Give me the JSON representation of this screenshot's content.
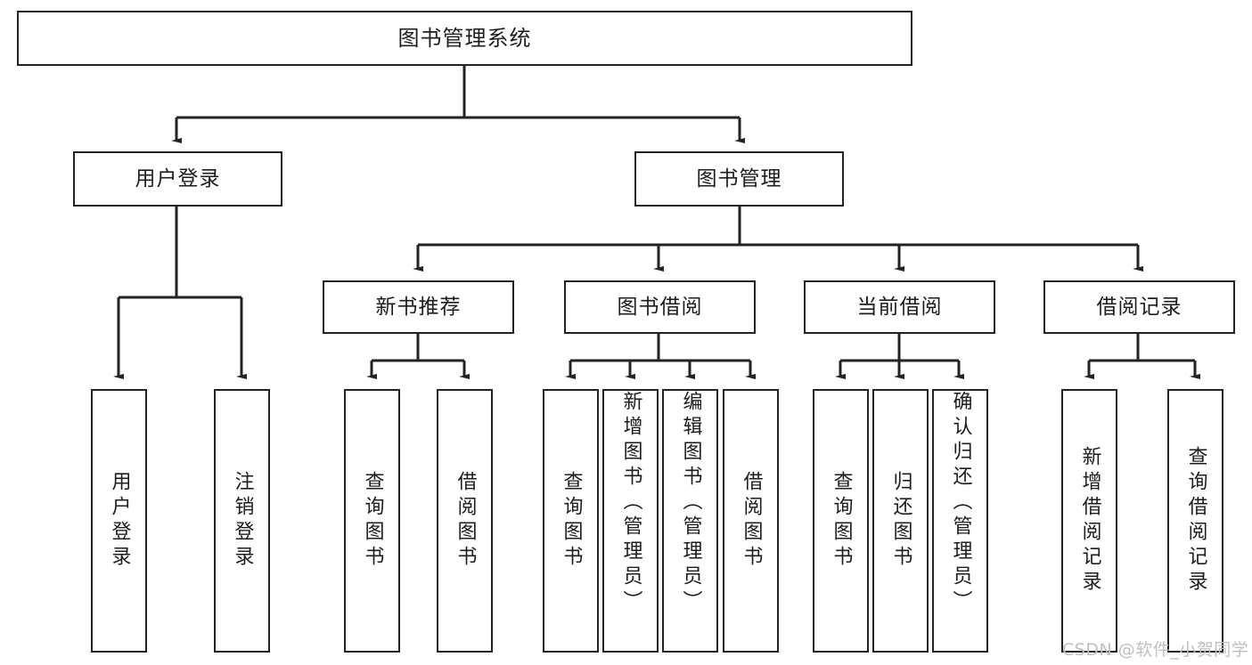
{
  "diagram": {
    "title": "图书管理系统",
    "type": "tree-hierarchy-chart",
    "colors": {
      "stroke": "#232323",
      "fill": "#ffffff",
      "text": "#1d1d1d",
      "watermark": "#bfbfbf"
    },
    "root": {
      "label": "图书管理系统"
    },
    "level2": [
      {
        "id": "user-login",
        "label": "用户登录"
      },
      {
        "id": "book-manage",
        "label": "图书管理"
      }
    ],
    "level3": [
      {
        "id": "new-book-recommend",
        "label": "新书推荐"
      },
      {
        "id": "book-borrow",
        "label": "图书借阅"
      },
      {
        "id": "current-borrow",
        "label": "当前借阅"
      },
      {
        "id": "borrow-record",
        "label": "借阅记录"
      }
    ],
    "leaves": {
      "user_login": [
        {
          "id": "leaf-user-login",
          "label": "用户登录"
        },
        {
          "id": "leaf-logout-login",
          "label": "注销登录"
        }
      ],
      "new_book_recommend": [
        {
          "id": "leaf-query-book-1",
          "label": "查询图书"
        },
        {
          "id": "leaf-borrow-book-1",
          "label": "借阅图书"
        }
      ],
      "book_borrow": [
        {
          "id": "leaf-query-book-2",
          "label": "查询图书"
        },
        {
          "id": "leaf-add-book",
          "label": "新增图书（管理员）"
        },
        {
          "id": "leaf-edit-book",
          "label": "编辑图书（管理员）"
        },
        {
          "id": "leaf-borrow-book-2",
          "label": "借阅图书"
        }
      ],
      "current_borrow": [
        {
          "id": "leaf-query-book-3",
          "label": "查询图书"
        },
        {
          "id": "leaf-return-book",
          "label": "归还图书"
        },
        {
          "id": "leaf-confirm-return",
          "label": "确认归还（管理员）"
        }
      ],
      "borrow_record": [
        {
          "id": "leaf-add-record",
          "label": "新增借阅记录"
        },
        {
          "id": "leaf-query-record",
          "label": "查询借阅记录"
        }
      ]
    }
  },
  "watermark": {
    "text": "CSDN @软件_小贺同学"
  }
}
